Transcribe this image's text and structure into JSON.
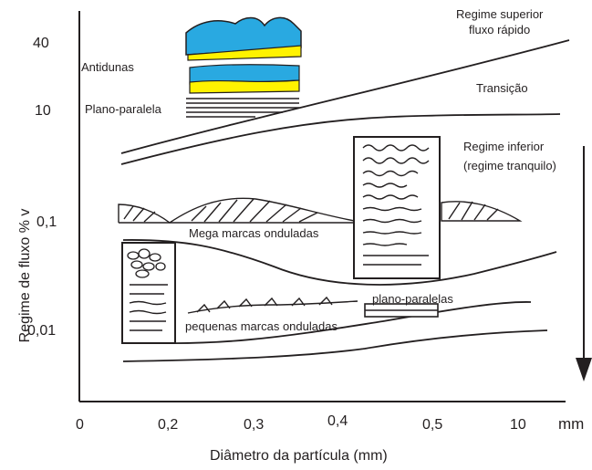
{
  "axes": {
    "y_label": "Regime de fluxo % v",
    "x_label": "Diâmetro da partícula (mm)",
    "y_ticks": [
      "40",
      "10",
      "0,1",
      "0,01"
    ],
    "x_ticks": [
      "0",
      "0,2",
      "0,3",
      "0,4",
      "0,5",
      "10"
    ],
    "x_unit": "mm"
  },
  "regimes": {
    "upper_line1": "Regime superior",
    "upper_line2": "fluxo rápido",
    "transition": "Transição",
    "lower_line1": "Regime inferior",
    "lower_line2": "(regime tranquilo)"
  },
  "bedforms": {
    "antidunes": "Antidunas",
    "plane_parallel_upper": "Plano-paralela",
    "mega_ripples": "Mega marcas onduladas",
    "plane_parallel_lower": "plano-paralelas",
    "small_ripples": "pequenas marcas onduladas"
  },
  "colors": {
    "water": "#29a9e1",
    "sand": "#fff200",
    "ink": "#231f20"
  }
}
